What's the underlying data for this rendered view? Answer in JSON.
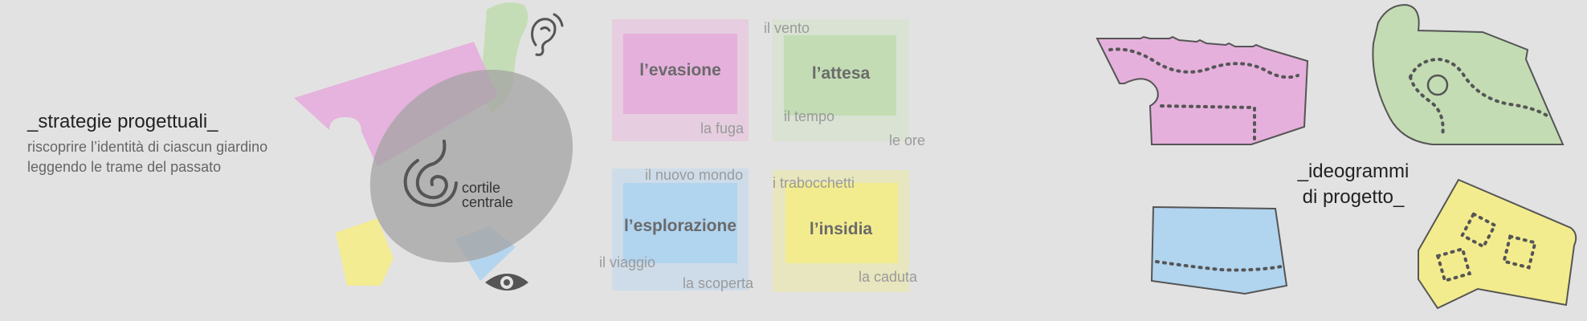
{
  "heading": {
    "title": "_strategie progettuali_",
    "line1": "riscoprire l’identità di ciascun giardino",
    "line2": "leggendo le trame del passato"
  },
  "center_label": {
    "line1": "cortile",
    "line2": "centrale"
  },
  "themes": [
    {
      "label": "l’evasione",
      "outer_color": "#eab8dc",
      "inner_color": "#e5b0dc"
    },
    {
      "label": "l’attesa",
      "outer_color": "#cfe2c4",
      "inner_color": "#c3dcb4"
    },
    {
      "label": "l’esplorazione",
      "outer_color": "#b9d6ef",
      "inner_color": "#b1d4ef"
    },
    {
      "label": "l’insidia",
      "outer_color": "#eeea9a",
      "inner_color": "#f3ec8e"
    }
  ],
  "keywords": {
    "vento": "il vento",
    "fuga": "la fuga",
    "tempo": "il tempo",
    "ore": "le ore",
    "nuovo_mondo": "il nuovo mondo",
    "trabocchetti": "i trabocchetti",
    "viaggio": "il viaggio",
    "scoperta": "la scoperta",
    "caduta": "la caduta"
  },
  "ideograms_label": {
    "line1": "_ideogrammi",
    "line2": "di progetto_"
  },
  "colors": {
    "background": "#e3e2e2",
    "pink": "#e5b0dc",
    "green": "#c3dcb4",
    "blue": "#b1d4ef",
    "yellow": "#f3ec8e",
    "grey": "#b3b2b2",
    "dark": "#555555"
  },
  "icons": {
    "ear": "ear-icon",
    "eye": "eye-icon",
    "spiral": "spiral-icon"
  }
}
